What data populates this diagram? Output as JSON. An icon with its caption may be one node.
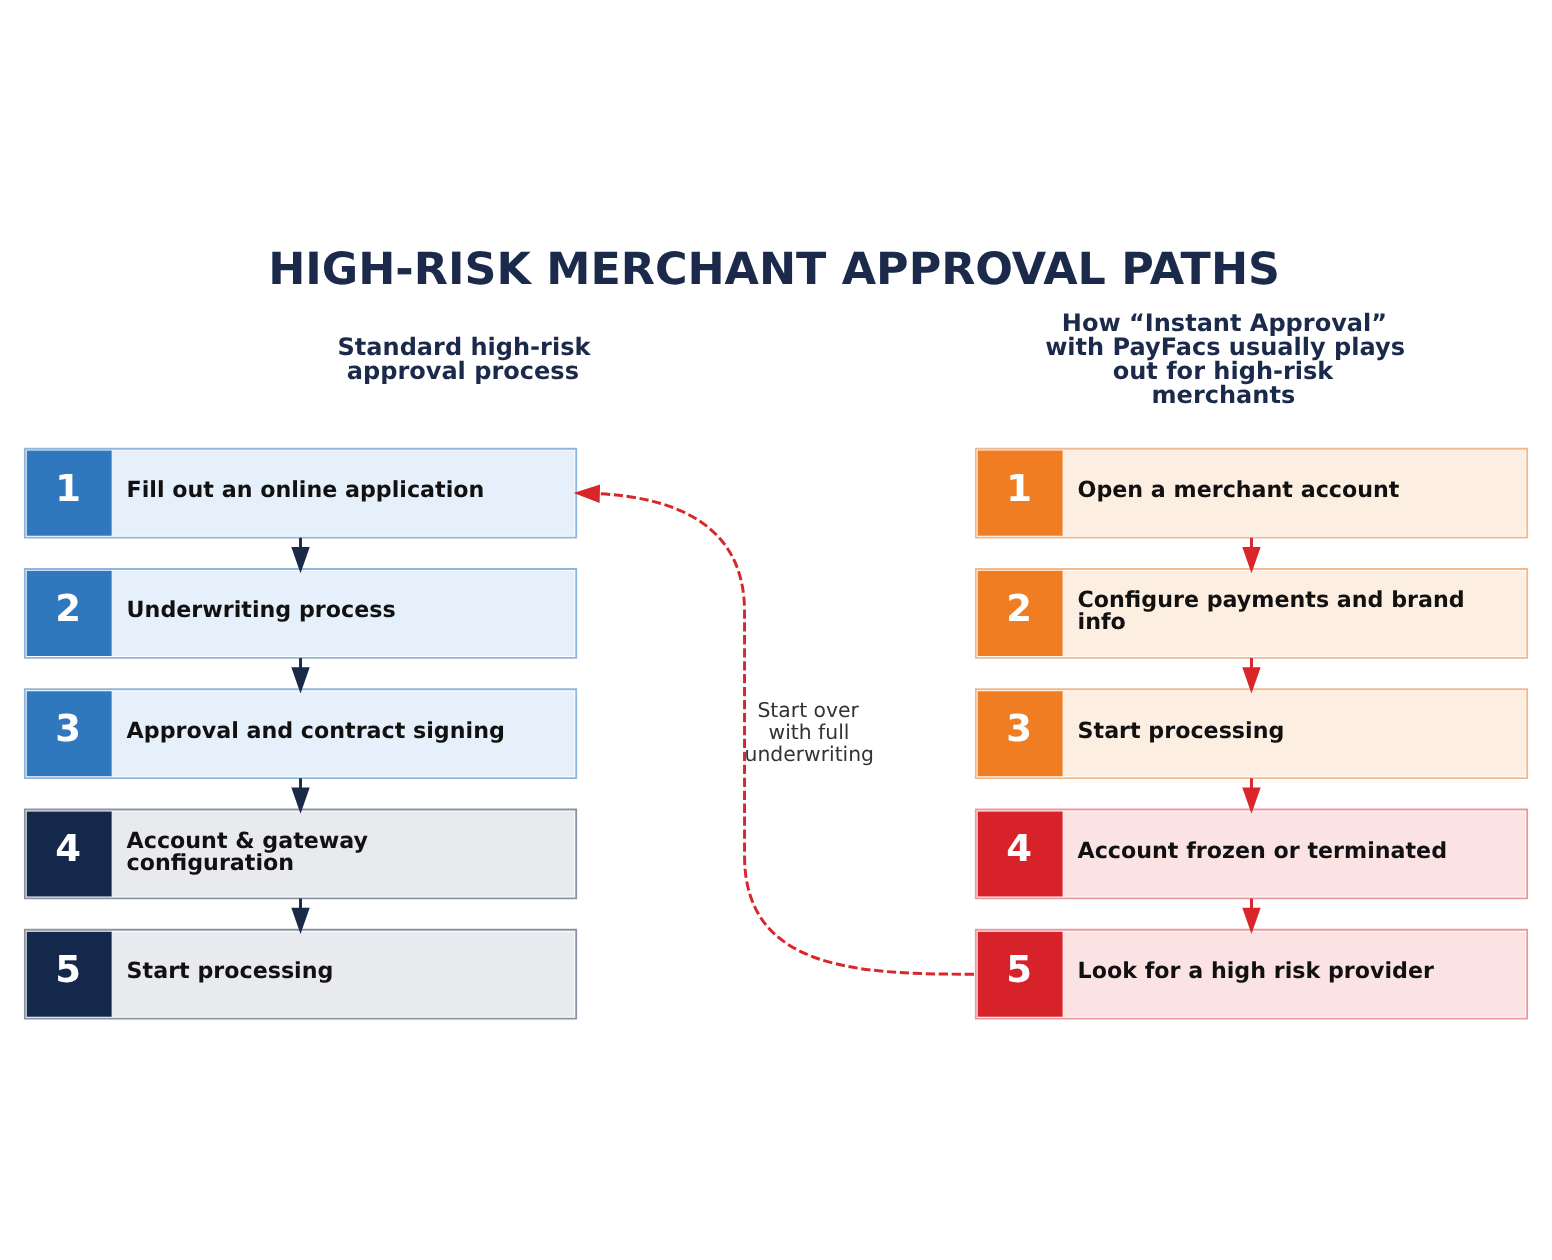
{
  "diagram": {
    "title": "HIGH-RISK MERCHANT APPROVAL PATHS",
    "nodes": [
      {
        "text": [
          "1",
          "Fill out an online application"
        ]
      },
      {
        "text": [
          "2",
          "Underwriting process"
        ]
      },
      {
        "text": [
          "3",
          "Approval and contract signing"
        ]
      },
      {
        "text": [
          "4",
          "Account & gateway configuration"
        ]
      },
      {
        "text": [
          "5",
          "Start processing"
        ]
      },
      {
        "text": [
          "1",
          "Open a merchant account"
        ]
      },
      {
        "text": [
          "2",
          "Configure payments and brand info"
        ]
      },
      {
        "text": [
          "3",
          "Start processing"
        ]
      },
      {
        "text": [
          "4",
          "Account frozen or terminated"
        ]
      },
      {
        "text": [
          "5",
          "Look for a high risk provider"
        ]
      }
    ],
    "edges": [
      {
        "from": 0,
        "to": 1,
        "arrow": "to",
        "color": "#1b2a4a"
      },
      {
        "from": 1,
        "to": 2,
        "arrow": "to",
        "color": "#1b2a4a"
      },
      {
        "from": 2,
        "to": 3,
        "arrow": "to",
        "color": "#1b2a4a"
      },
      {
        "from": 3,
        "to": 4,
        "arrow": "to",
        "color": "#1b2a4a"
      },
      {
        "from": 5,
        "to": 6,
        "arrow": "to",
        "color": "#d9262b"
      },
      {
        "from": 6,
        "to": 7,
        "arrow": "to",
        "color": "#d9262b"
      },
      {
        "from": 7,
        "to": 8,
        "arrow": "to",
        "color": "#d9262b"
      },
      {
        "from": 8,
        "to": 9,
        "arrow": "to",
        "color": "#d9262b"
      },
      {
        "from": 9,
        "to": 0,
        "arrow": "to",
        "label": "Start over with full underwriting",
        "style": "dashed",
        "color": "#d9262b"
      }
    ],
    "labels": [
      "Standard high-risk approval process",
      "How “Instant Approval” with PayFacs usually plays out for high-risk merchants"
    ]
  }
}
